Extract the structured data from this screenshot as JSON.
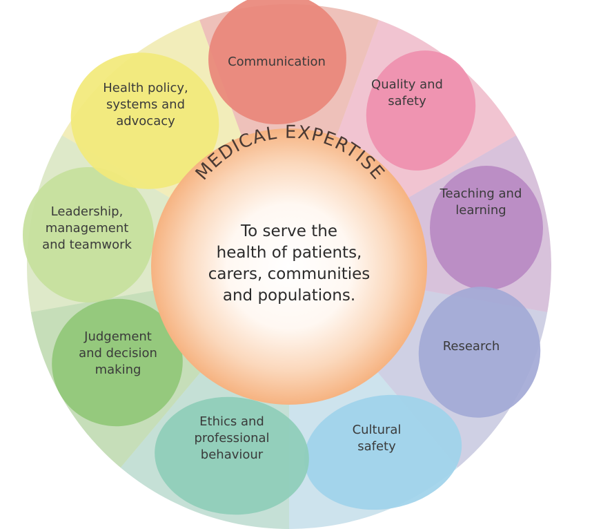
{
  "center": {
    "title": "MEDICAL EXPERTISE",
    "statement_lines": [
      "To serve the",
      "health of patients,",
      "carers, communities",
      "and populations."
    ]
  },
  "segments": [
    {
      "id": "communication",
      "lines": [
        "Communication"
      ],
      "color": "#e9877a"
    },
    {
      "id": "quality-and-safety",
      "lines": [
        "Quality and",
        "safety"
      ],
      "color": "#ef8fae"
    },
    {
      "id": "teaching-and-learning",
      "lines": [
        "Teaching and",
        "learning"
      ],
      "color": "#b98ac3"
    },
    {
      "id": "research",
      "lines": [
        "Research"
      ],
      "color": "#a3a9d6"
    },
    {
      "id": "cultural-safety",
      "lines": [
        "Cultural",
        "safety"
      ],
      "color": "#9fd3ea"
    },
    {
      "id": "ethics-and-professional-behaviour",
      "lines": [
        "Ethics and",
        "professional",
        "behaviour"
      ],
      "color": "#8ecdb8"
    },
    {
      "id": "judgement-and-decision-making",
      "lines": [
        "Judgement",
        "and decision",
        "making"
      ],
      "color": "#90c777"
    },
    {
      "id": "leadership-management-and-teamwork",
      "lines": [
        "Leadership,",
        "management",
        "and teamwork"
      ],
      "color": "#c5df9c"
    },
    {
      "id": "health-policy-systems-and-advocacy",
      "lines": [
        "Health policy,",
        "systems and",
        "advocacy"
      ],
      "color": "#f2e97a"
    }
  ],
  "colors": {
    "center_ring": "#f6b787",
    "center_glow": "#ffffff"
  }
}
